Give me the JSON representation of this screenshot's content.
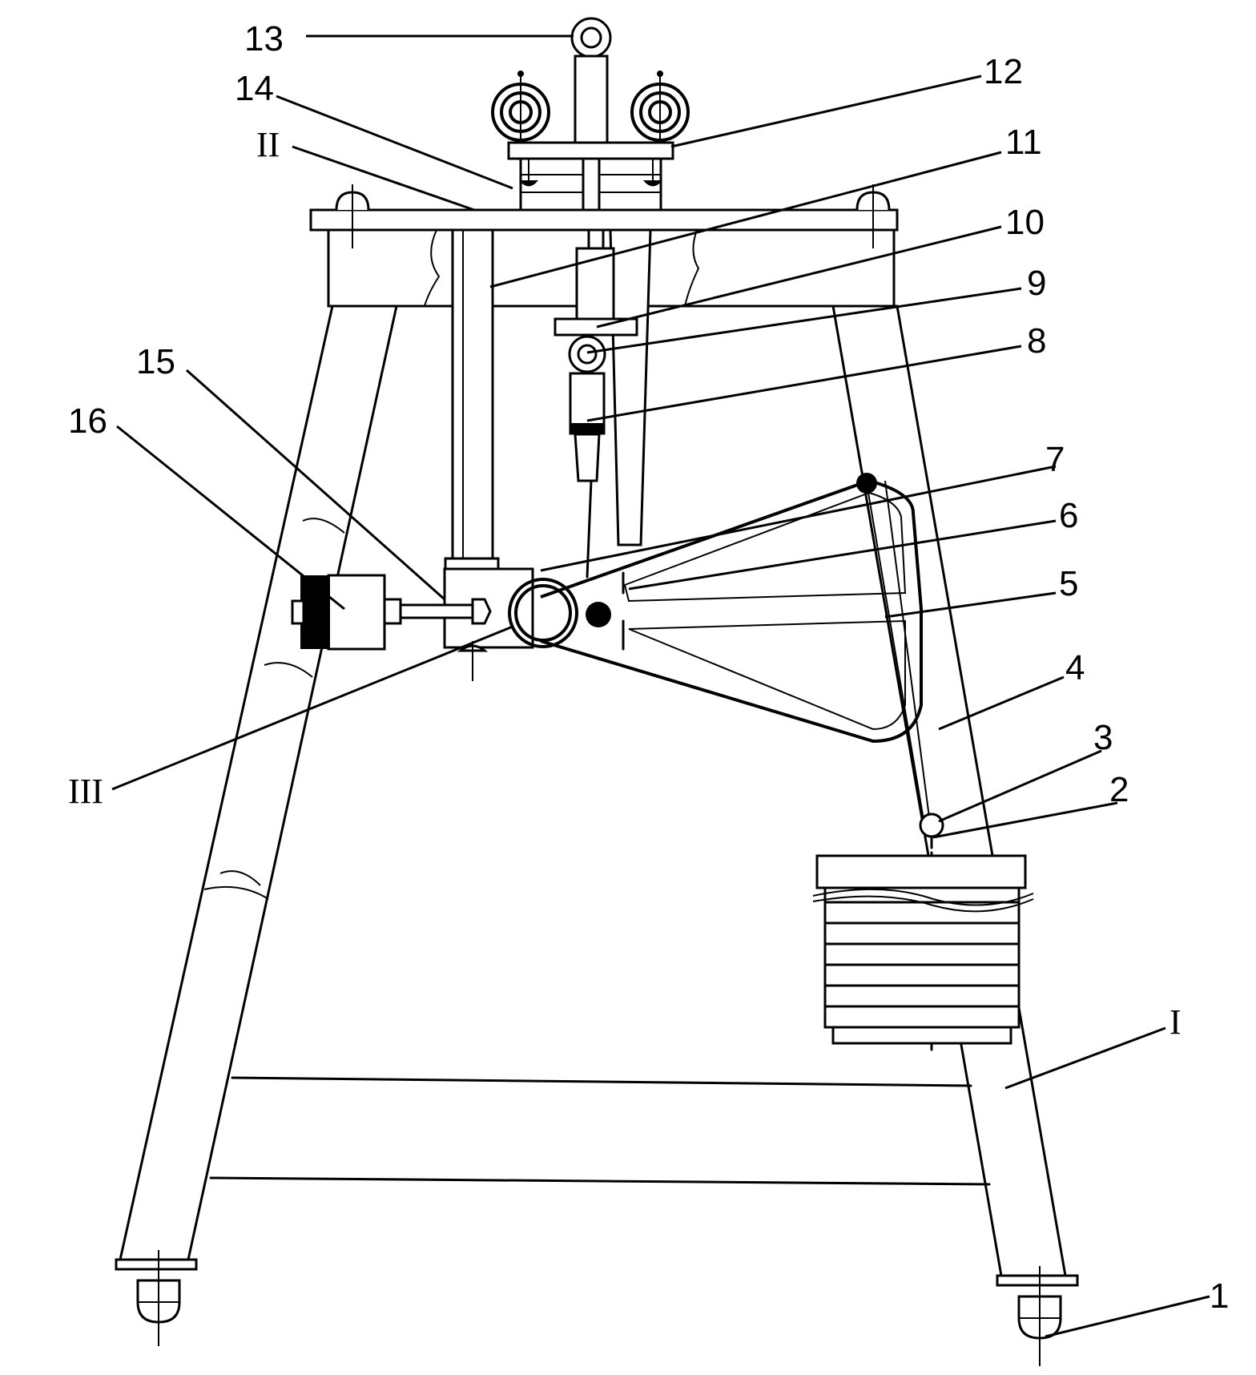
{
  "labels": {
    "n1": "1",
    "n2": "2",
    "n3": "3",
    "n4": "4",
    "n5": "5",
    "n6": "6",
    "n7": "7",
    "n8": "8",
    "n9": "9",
    "n10": "10",
    "n11": "11",
    "n12": "12",
    "n13": "13",
    "n14": "14",
    "n15": "15",
    "n16": "16",
    "rI": "I",
    "rII": "II",
    "rIII": "III"
  }
}
